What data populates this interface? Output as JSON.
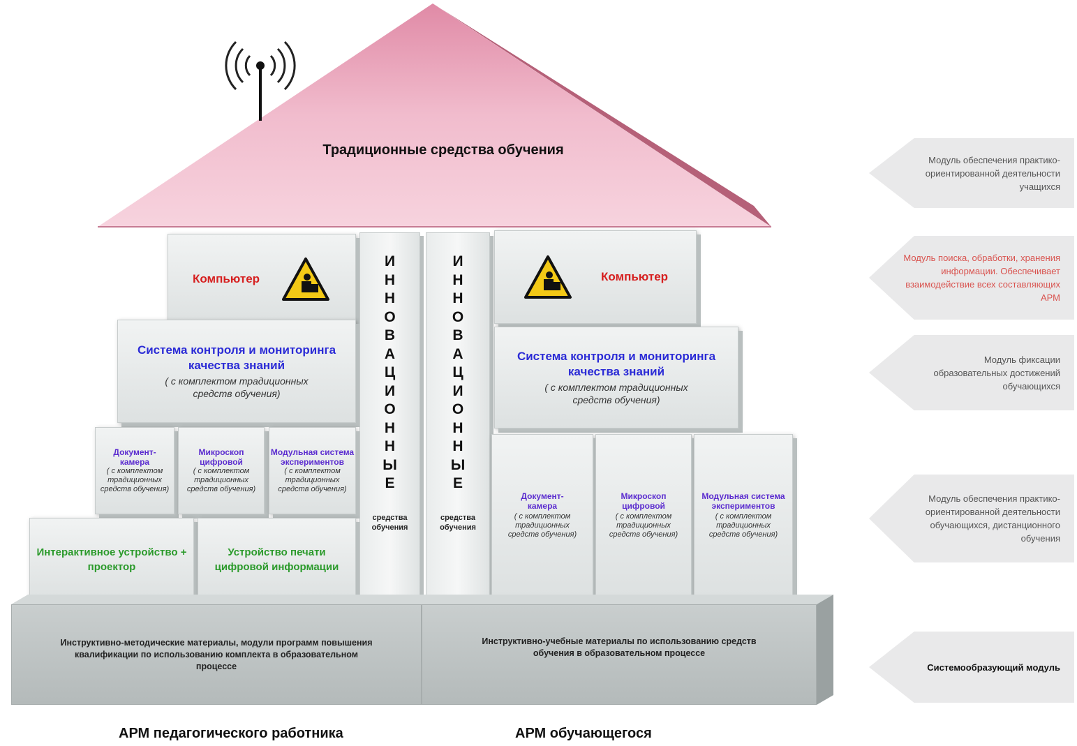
{
  "roof": {
    "title": "Традиционные средства обучения"
  },
  "left": {
    "computer": "Компьютер",
    "monitoring": {
      "title": "Система контроля и мониторинга качества знаний",
      "sub": "( с комплектом традиционных средств обучения)"
    },
    "doc_camera": {
      "title": "Документ-камера",
      "sub": "( с комплектом традиционных средств обучения)"
    },
    "microscope": {
      "title": "Микроскоп цифровой",
      "sub": "( с комплектом традиционных средств обучения)"
    },
    "modular": {
      "title": "Модульная система экспериментов",
      "sub": "( с комплектом традиционных средств обучения)"
    },
    "interactive": "Интерактивное устройство + проектор",
    "printer": "Устройство печати цифровой информации"
  },
  "right": {
    "computer": "Компьютер",
    "monitoring": {
      "title": "Система контроля и мониторинга качества знаний",
      "sub": "( с комплектом традиционных средств обучения)"
    },
    "doc_camera": {
      "title": "Документ-камера",
      "sub": "( с комплектом традиционных средств обучения)"
    },
    "microscope": {
      "title": "Микроскоп цифровой",
      "sub": "( с комплектом традиционных средств обучения)"
    },
    "modular": {
      "title": "Модульная система экспериментов",
      "sub": "( с комплектом традиционных средств обучения)"
    }
  },
  "pillars": {
    "letters": [
      "И",
      "Н",
      "Н",
      "О",
      "В",
      "А",
      "Ц",
      "И",
      "О",
      "Н",
      "Н",
      "Ы",
      "Е"
    ],
    "note": "средства обучения"
  },
  "base": {
    "left": "Инструктивно-методические материалы, модули программ повышения квалификации по использованию комплекта в образовательном процессе",
    "right": "Инструктивно-учебные материалы по использованию средств обучения в образовательном процессе"
  },
  "side_modules": [
    {
      "text": "Модуль обеспечения практико-ориентированной деятельности учащихся",
      "color": "#555555"
    },
    {
      "text": "Модуль поиска, обработки, хранения информации. Обеспечивает взаимодействие всех составляющих АРМ",
      "color": "#d9534f"
    },
    {
      "text": "Модуль фиксации образовательных достижений обучающихся",
      "color": "#555555"
    },
    {
      "text": "Модуль обеспечения практико-ориентированной деятельности обучающихся, дистанционного обучения",
      "color": "#555555"
    },
    {
      "text": "Системообразующий модуль",
      "color": "#111111"
    }
  ],
  "captions": {
    "teacher": "АРМ педагогического работника",
    "student": "АРМ обучающегося"
  },
  "icons": {
    "antenna": "antenna-icon",
    "warning": "warning-person-icon"
  }
}
